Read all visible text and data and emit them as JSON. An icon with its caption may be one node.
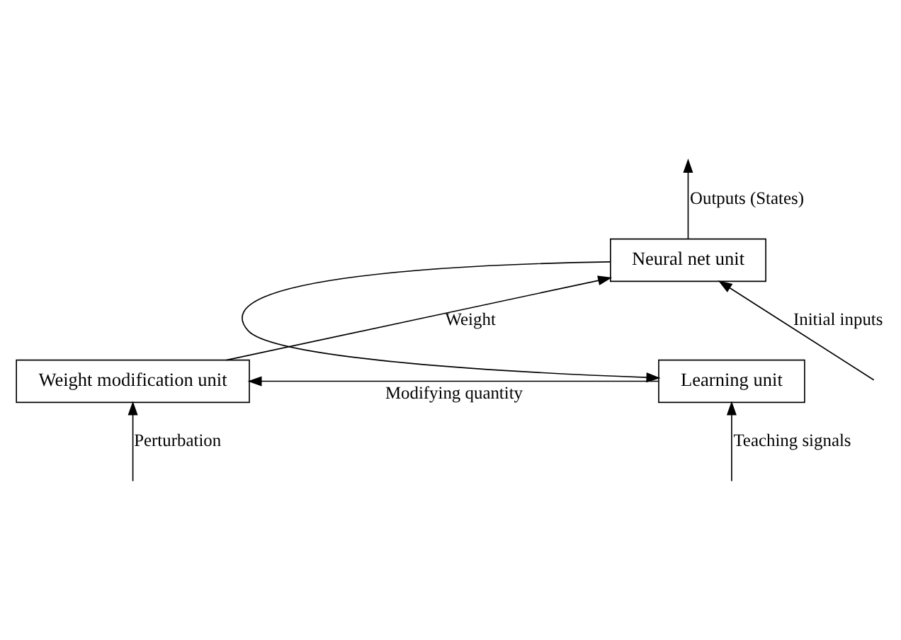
{
  "diagram": {
    "nodes": [
      {
        "text": [
          "Neural net unit"
        ]
      },
      {
        "text": [
          "Weight modification unit"
        ]
      },
      {
        "text": [
          "Learning unit"
        ]
      }
    ],
    "edges": [
      {
        "from": null,
        "to": 0,
        "arrow": "to",
        "label": "Initial inputs"
      },
      {
        "from": 0,
        "to": null,
        "arrow": "to",
        "label": "Outputs (States)"
      },
      {
        "from": 0,
        "to": 2,
        "arrow": "to"
      },
      {
        "from": 2,
        "to": 1,
        "arrow": "to",
        "label": "Modifying quantity"
      },
      {
        "from": 1,
        "to": 0,
        "arrow": "to",
        "label": "Weight"
      },
      {
        "from": null,
        "to": 2,
        "arrow": "to",
        "label": "Teaching signals"
      },
      {
        "from": null,
        "to": 1,
        "arrow": "to",
        "label": "Perturbation"
      }
    ]
  }
}
